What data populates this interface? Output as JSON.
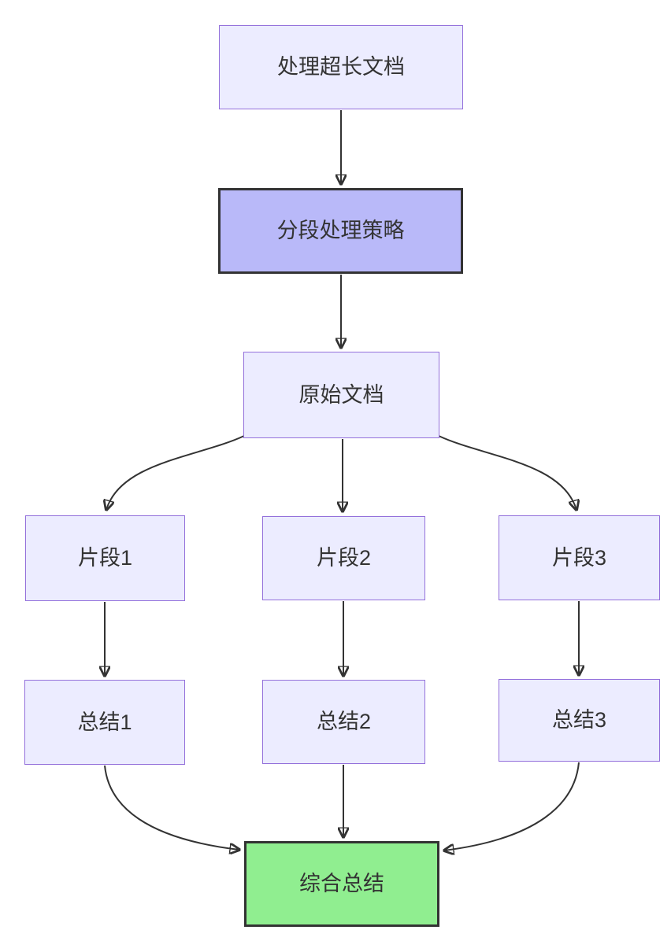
{
  "diagram": {
    "type": "flowchart",
    "direction": "top-down",
    "nodes": {
      "start": {
        "label": "处理超长文档",
        "style": "default"
      },
      "strategy": {
        "label": "分段处理策略",
        "style": "highlight"
      },
      "doc": {
        "label": "原始文档",
        "style": "default"
      },
      "frag1": {
        "label": "片段1",
        "style": "default"
      },
      "frag2": {
        "label": "片段2",
        "style": "default"
      },
      "frag3": {
        "label": "片段3",
        "style": "default"
      },
      "sum1": {
        "label": "总结1",
        "style": "default"
      },
      "sum2": {
        "label": "总结2",
        "style": "default"
      },
      "sum3": {
        "label": "总结3",
        "style": "default"
      },
      "final": {
        "label": "综合总结",
        "style": "final"
      }
    },
    "edges": [
      {
        "from": "start",
        "to": "strategy"
      },
      {
        "from": "strategy",
        "to": "doc"
      },
      {
        "from": "doc",
        "to": "frag1"
      },
      {
        "from": "doc",
        "to": "frag2"
      },
      {
        "from": "doc",
        "to": "frag3"
      },
      {
        "from": "frag1",
        "to": "sum1"
      },
      {
        "from": "frag2",
        "to": "sum2"
      },
      {
        "from": "frag3",
        "to": "sum3"
      },
      {
        "from": "sum1",
        "to": "final"
      },
      {
        "from": "sum2",
        "to": "final"
      },
      {
        "from": "sum3",
        "to": "final"
      }
    ],
    "colors": {
      "node_fill": "#ECECFF",
      "node_border": "#9370DB",
      "highlight_fill": "#B9B9F9",
      "highlight_border": "#333333",
      "final_fill": "#90EE90",
      "final_border": "#333333",
      "edge_stroke": "#333333",
      "text_color": "#333333",
      "background": "#FFFFFF"
    }
  }
}
